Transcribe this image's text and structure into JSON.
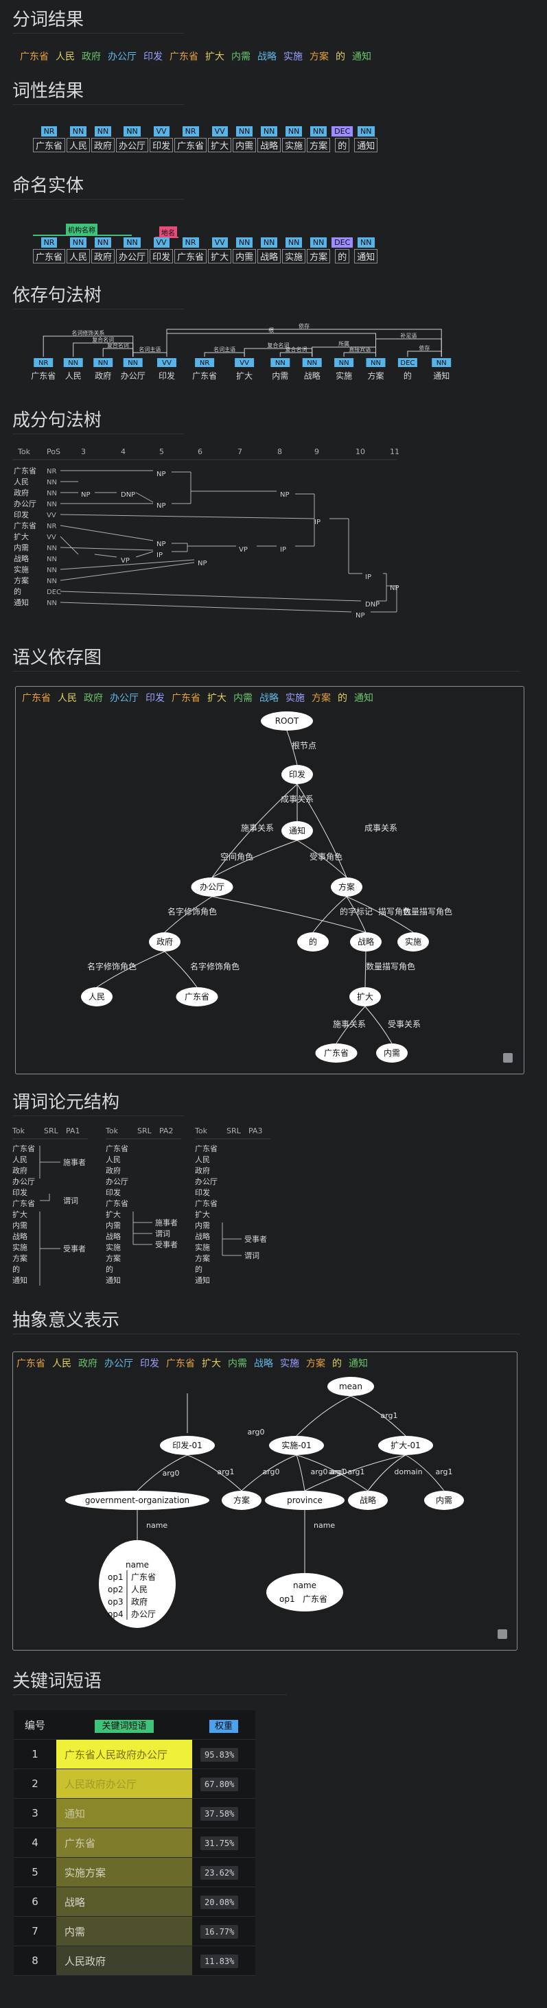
{
  "sections": {
    "seg": "分词结果",
    "pos": "词性结果",
    "ner": "命名实体",
    "dep": "依存句法树",
    "con": "成分句法树",
    "sdp": "语义依存图",
    "srl": "谓词论元结构",
    "amr": "抽象意义表示",
    "kw": "关键词短语"
  },
  "tokens": [
    "广东省",
    "人民",
    "政府",
    "办公厅",
    "印发",
    "广东省",
    "扩大",
    "内需",
    "战略",
    "实施",
    "方案",
    "的",
    "通知"
  ],
  "token_colors": [
    "#e8a13c",
    "#e0d05a",
    "#69c56b",
    "#5fb9e8",
    "#9aa0ff",
    "#e8a13c",
    "#e0d05a",
    "#69c56b",
    "#5fb9e8",
    "#9aa0ff",
    "#e8a13c",
    "#e0d05a",
    "#69c56b"
  ],
  "pos_tags": [
    "NR",
    "NN",
    "NN",
    "NN",
    "VV",
    "NR",
    "VV",
    "NN",
    "NN",
    "NN",
    "NN",
    "DEC",
    "NN"
  ],
  "pos_colors": [
    "#56b4e9",
    "#56b4e9",
    "#56b4e9",
    "#56b4e9",
    "#56b4e9",
    "#56b4e9",
    "#56b4e9",
    "#56b4e9",
    "#56b4e9",
    "#56b4e9",
    "#56b4e9",
    "#9b8cff",
    "#56b4e9"
  ],
  "ner": {
    "org_label": "机构名称",
    "loc_label": "地名",
    "org_color": "#3ec37a",
    "loc_color": "#e64c7a"
  },
  "dep": {
    "rels": [
      "名词修饰关系",
      "复合名词",
      "复合名词",
      "名词主语",
      "名词主语",
      "复合名词",
      "复合名词",
      "所属",
      "直接宾语",
      "补足语",
      "依存",
      "依存",
      "根"
    ],
    "pos": [
      "NR",
      "NN",
      "NN",
      "NN",
      "VV",
      "NR",
      "VV",
      "NN",
      "NN",
      "NN",
      "NN",
      "DEC",
      "NN"
    ]
  },
  "con": {
    "header": [
      "Tok",
      "PoS",
      "3",
      "4",
      "5",
      "6",
      "7",
      "8",
      "9",
      "10",
      "11"
    ],
    "labels": [
      "NP",
      "DNP",
      "NP",
      "NP",
      "NP",
      "IP",
      "VP",
      "NP",
      "IP",
      "IP",
      "VP",
      "NP",
      "IP",
      "DNP",
      "NP",
      "NP"
    ]
  },
  "sdp": {
    "root": "ROOT",
    "nodes": [
      "印发",
      "通知",
      "办公厅",
      "方案",
      "政府",
      "的",
      "战略",
      "实施",
      "人民",
      "广东省",
      "扩大",
      "广东省",
      "内需"
    ],
    "edges": [
      "根节点",
      "施事关系",
      "成事关系",
      "成事关系",
      "空间角色",
      "受事角色",
      "名字修饰角色",
      "名字修饰角色",
      "名字修饰角色",
      "的字标记",
      "描写角色",
      "数量描写角色",
      "数量描写角色",
      "施事关系",
      "受事关系"
    ]
  },
  "srl": {
    "header": [
      "Tok",
      "SRL",
      "PA1",
      "Tok",
      "SRL",
      "PA2",
      "Tok",
      "SRL",
      "PA3"
    ],
    "roles": [
      "施事者",
      "谓词",
      "受事者",
      "施事者",
      "谓词",
      "受事者",
      "受事者",
      "谓词"
    ]
  },
  "amr": {
    "nodes": [
      "mean",
      "印发-01",
      "实施-01",
      "扩大-01",
      "government-organization",
      "方案",
      "province",
      "战略",
      "内需",
      "name",
      "name"
    ],
    "edges": [
      "arg0",
      "arg1",
      "arg0",
      "arg1",
      "arg0",
      "arg0",
      "arg1",
      "domain",
      "arg1",
      "name",
      "name",
      "arg0",
      "arg1"
    ],
    "name1": [
      "op1",
      "广东省",
      "op2",
      "人民",
      "op3",
      "政府",
      "op4",
      "办公厅"
    ],
    "name2": [
      "op1",
      "广东省"
    ]
  },
  "keywords": {
    "col_id": "编号",
    "col_phrase": "关键词短语",
    "col_weight": "权重",
    "rows": [
      {
        "id": "1",
        "phrase": "广东省人民政府办公厅",
        "weight": "95.83%",
        "bg": "#eef03a",
        "fg": "#7a6d00"
      },
      {
        "id": "2",
        "phrase": "人民政府办公厅",
        "weight": "67.80%",
        "bg": "#c9c22e",
        "fg": "#9e9a2a"
      },
      {
        "id": "3",
        "phrase": "通知",
        "weight": "37.58%",
        "bg": "#8a872a",
        "fg": "#c7c4a0"
      },
      {
        "id": "4",
        "phrase": "广东省",
        "weight": "31.75%",
        "bg": "#7f7d2b",
        "fg": "#cfcdb3"
      },
      {
        "id": "5",
        "phrase": "实施方案",
        "weight": "23.62%",
        "bg": "#6a6a2a",
        "fg": "#d5d4c2"
      },
      {
        "id": "6",
        "phrase": "战略",
        "weight": "20.08%",
        "bg": "#5a5b2b",
        "fg": "#d6d6cc"
      },
      {
        "id": "7",
        "phrase": "内需",
        "weight": "16.77%",
        "bg": "#4f512c",
        "fg": "#d6d6cc"
      },
      {
        "id": "8",
        "phrase": "人民政府",
        "weight": "11.83%",
        "bg": "#3e412c",
        "fg": "#d6d6cc"
      }
    ]
  }
}
